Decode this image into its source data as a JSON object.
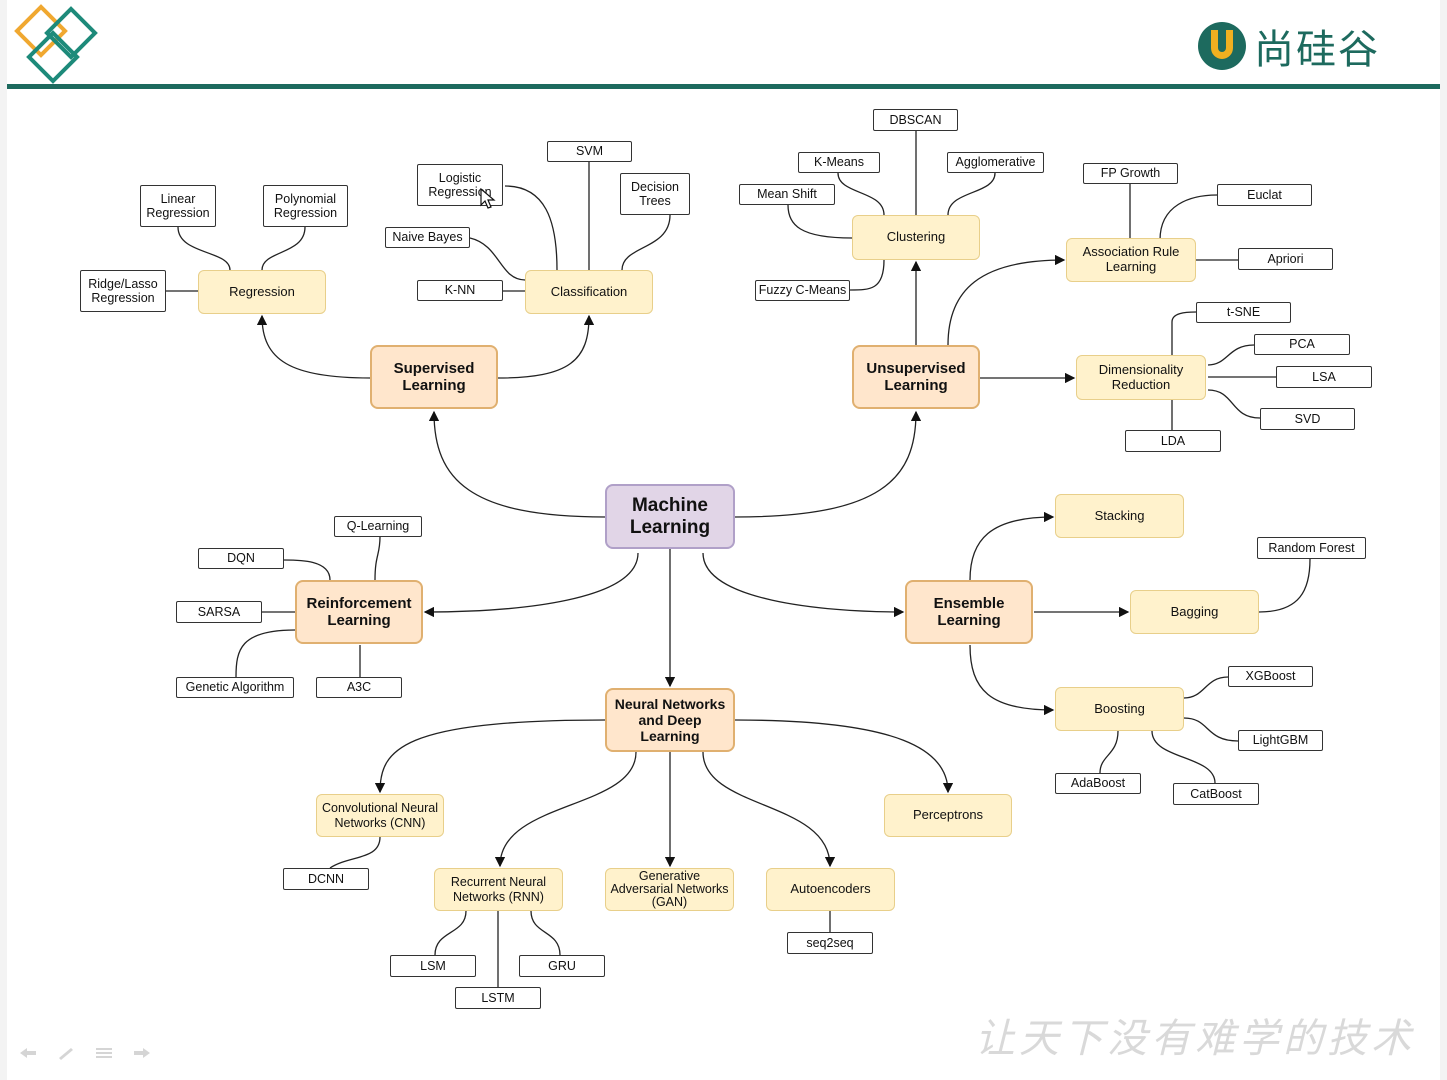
{
  "header": {
    "brand_name": "尚硅谷",
    "brand_color": "#1d6a5e",
    "logo_icon": "diamond-logo-icon",
    "brand_icon": "u-shield-logo-icon"
  },
  "slogan": "让天下没有难学的技术",
  "nodes": {
    "root": "Machine\nLearning",
    "supervised": "Supervised\nLearning",
    "unsupervised": "Unsupervised\nLearning",
    "reinforcement": "Reinforcement\nLearning",
    "ensemble": "Ensemble\nLearning",
    "neural": "Neural Networks\nand Deep\nLearning",
    "regression": "Regression",
    "linear": "Linear\nRegression",
    "polynomial": "Polynomial\nRegression",
    "ridge": "Ridge/Lasso\nRegression",
    "classification": "Classification",
    "logistic": "Logistic\nRegression",
    "svm": "SVM",
    "decision_trees": "Decision\nTrees",
    "naive_bayes": "Naive Bayes",
    "knn": "K-NN",
    "clustering": "Clustering",
    "dbscan": "DBSCAN",
    "kmeans": "K-Means",
    "agglomerative": "Agglomerative",
    "mean_shift": "Mean Shift",
    "fuzzy": "Fuzzy C-Means",
    "association": "Association Rule\nLearning",
    "fp_growth": "FP Growth",
    "euclat": "Euclat",
    "apriori": "Apriori",
    "dimensionality": "Dimensionality\nReduction",
    "tsne": "t-SNE",
    "pca": "PCA",
    "lsa": "LSA",
    "svd": "SVD",
    "lda": "LDA",
    "stacking": "Stacking",
    "bagging": "Bagging",
    "random_forest": "Random Forest",
    "boosting": "Boosting",
    "xgboost": "XGBoost",
    "lightgbm": "LightGBM",
    "adaboost": "AdaBoost",
    "catboost": "CatBoost",
    "qlearning": "Q-Learning",
    "dqn": "DQN",
    "sarsa": "SARSA",
    "genetic": "Genetic Algorithm",
    "a3c": "A3C",
    "cnn": "Convolutional Neural\nNetworks (CNN)",
    "dcnn": "DCNN",
    "rnn": "Recurrent Neural\nNetworks (RNN)",
    "lsm": "LSM",
    "lstm": "LSTM",
    "gru": "GRU",
    "gan": "Generative\nAdversarial Networks\n(GAN)",
    "autoencoders": "Autoencoders",
    "seq2seq": "seq2seq",
    "perceptrons": "Perceptrons"
  },
  "colors": {
    "root_fill": "#e1d5e7",
    "main_fill": "#ffe6cc",
    "mid_fill": "#fff2cc",
    "leaf_fill": "#ffffff"
  }
}
